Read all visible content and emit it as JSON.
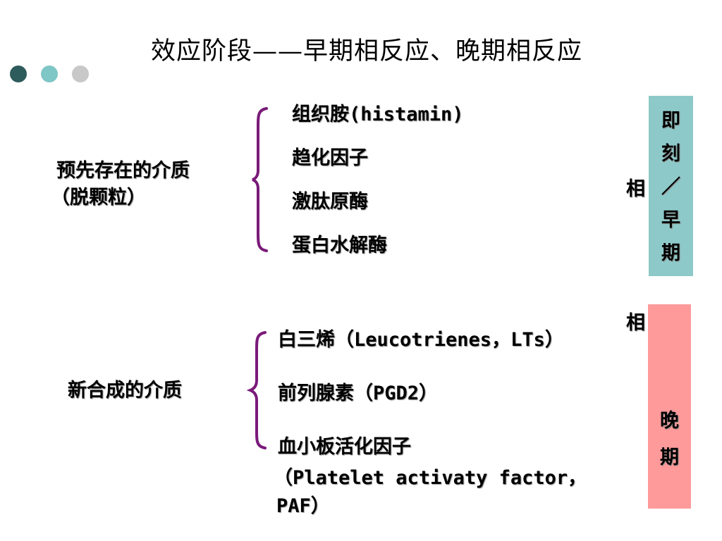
{
  "slide": {
    "title": "效应阶段——早期相反应、晚期相反应",
    "decor_dots": [
      "#2e5b5b",
      "#7fc6c6",
      "#c8c8c8"
    ]
  },
  "groups": [
    {
      "label_line1": "预先存在的介质",
      "label_line2": "（脱颗粒）",
      "items": [
        "组织胺(histamin)",
        "趋化因子",
        "激肽原酶",
        "蛋白水解酶"
      ]
    },
    {
      "label_line1": "新合成的介质",
      "items": [
        "白三烯（Leucotrienes，LTs）",
        "前列腺素（PGD2）",
        "血小板活化因子"
      ],
      "item3_detail_line1": "（Platelet activaty factor，",
      "item3_detail_line2": "PAF）"
    }
  ],
  "phases": {
    "early": {
      "chars": [
        "即",
        "刻",
        "／",
        "早",
        "期"
      ],
      "suffix": "相",
      "color": "#8ec9c9"
    },
    "late": {
      "chars": [
        "晚",
        "期"
      ],
      "suffix": "相",
      "color": "#ff9a9a"
    }
  },
  "colors": {
    "brace": "#7a1a7a"
  }
}
